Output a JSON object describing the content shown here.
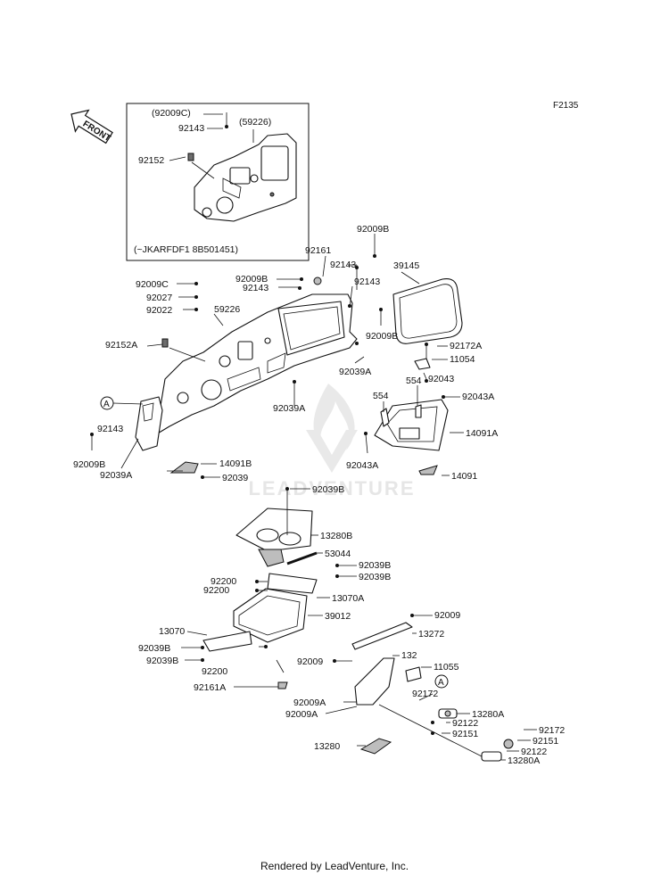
{
  "diagram_code": "F2135",
  "front_label": "FRONT",
  "inset_note": "(~JKARFDF1 8B501451)",
  "footer": "Rendered by LeadVenture, Inc.",
  "watermark": "LEADVENTURE",
  "ref_a": "A",
  "callouts": {
    "c1": "(92009C)",
    "c2": "92143",
    "c3": "(59226)",
    "c4": "92152",
    "c5": "92009B",
    "c6": "92161",
    "c7": "92143",
    "c8": "39145",
    "c9": "92009B",
    "c10": "92143",
    "c11": "92009C",
    "c12": "92027",
    "c13": "92022",
    "c14": "59226",
    "c15": "92143",
    "c16": "92152A",
    "c17": "92009B",
    "c18": "92039A",
    "c19": "92172A",
    "c20": "11054",
    "c21": "554",
    "c22": "92043",
    "c23": "554",
    "c24": "92043A",
    "c25": "92039A",
    "c26": "92143",
    "c27": "92009B",
    "c28": "92039A",
    "c29": "14091B",
    "c30": "92039",
    "c31": "14091A",
    "c32": "92043A",
    "c33": "14091",
    "c34": "92039B",
    "c35": "13280B",
    "c36": "53044",
    "c37": "92039B",
    "c38": "92200",
    "c39": "92200",
    "c40": "92039B",
    "c41": "13070A",
    "c42": "39012",
    "c43": "13070",
    "c44": "92039B",
    "c45": "92039B",
    "c46": "92200",
    "c47": "92161A",
    "c48": "92009",
    "c49": "13272",
    "c50": "92009",
    "c51": "132",
    "c52": "11055",
    "c53": "92172",
    "c54": "92009A",
    "c55": "92009A",
    "c56": "13280A",
    "c57": "92122",
    "c58": "92151",
    "c59": "13280",
    "c60": "92172",
    "c61": "92151",
    "c62": "92122",
    "c63": "13280A"
  }
}
